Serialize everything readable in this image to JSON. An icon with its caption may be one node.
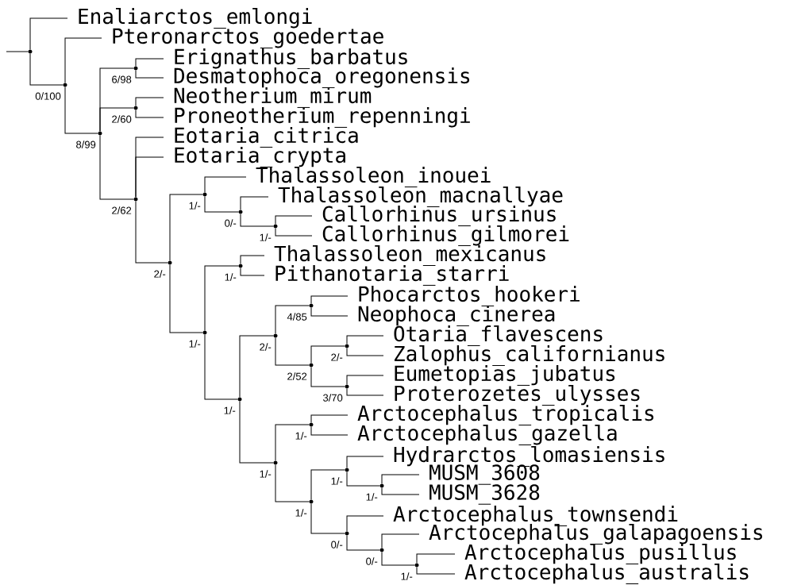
{
  "diagram": {
    "nodes": [
      {
        "text": [
          "Enaliarctos_emlongi"
        ]
      },
      {
        "text": [
          "Pteronarctos_goedertae"
        ]
      },
      {
        "text": [
          "Erignathus_barbatus"
        ]
      },
      {
        "text": [
          "Desmatophoca_oregonensis"
        ]
      },
      {
        "text": [
          "Neotherium_mirum"
        ]
      },
      {
        "text": [
          "Proneotherium_repenningi"
        ]
      },
      {
        "text": [
          "Eotaria_citrica"
        ]
      },
      {
        "text": [
          "Eotaria_crypta"
        ]
      },
      {
        "text": [
          "Thalassoleon_inouei"
        ]
      },
      {
        "text": [
          "Thalassoleon_macnallyae"
        ]
      },
      {
        "text": [
          "Callorhinus_ursinus"
        ]
      },
      {
        "text": [
          "Callorhinus_gilmorei"
        ]
      },
      {
        "text": [
          "Thalassoleon_mexicanus"
        ]
      },
      {
        "text": [
          "Pithanotaria_starri"
        ]
      },
      {
        "text": [
          "Phocarctos_hookeri"
        ]
      },
      {
        "text": [
          "Neophoca_cinerea"
        ]
      },
      {
        "text": [
          "Otaria_flavescens"
        ]
      },
      {
        "text": [
          "Zalophus_californianus"
        ]
      },
      {
        "text": [
          "Eumetopias_jubatus"
        ]
      },
      {
        "text": [
          "Proterozetes_ulysses"
        ]
      },
      {
        "text": [
          "Arctocephalus_tropicalis"
        ]
      },
      {
        "text": [
          "Arctocephalus_gazella"
        ]
      },
      {
        "text": [
          "Hydrarctos_lomasiensis"
        ]
      },
      {
        "text": [
          "MUSM_3608"
        ]
      },
      {
        "text": [
          "MUSM_3628"
        ]
      },
      {
        "text": [
          "Arctocephalus_townsendi"
        ]
      },
      {
        "text": [
          "Arctocephalus_galapagoensis"
        ]
      },
      {
        "text": [
          "Arctocephalus_pusillus"
        ]
      },
      {
        "text": [
          "Arctocephalus_australis"
        ]
      },
      {
        "text": [],
        "shape": "circle"
      },
      {
        "text": [],
        "shape": "circle",
        "beside": [
          "0/100"
        ]
      },
      {
        "text": [],
        "shape": "circle",
        "beside": [
          "8/99"
        ]
      },
      {
        "text": [],
        "shape": "circle",
        "beside": [
          "6/98"
        ]
      },
      {
        "text": [],
        "shape": "circle",
        "beside": [
          "2/60"
        ]
      },
      {
        "text": [],
        "shape": "circle",
        "beside": [
          "2/62"
        ]
      },
      {
        "text": [],
        "shape": "circle",
        "beside": [
          "2/-"
        ]
      },
      {
        "text": [],
        "shape": "circle",
        "beside": [
          "1/-"
        ]
      },
      {
        "text": [],
        "shape": "circle",
        "beside": [
          "0/-"
        ]
      },
      {
        "text": [],
        "shape": "circle",
        "beside": [
          "1/-"
        ]
      },
      {
        "text": [],
        "shape": "circle",
        "beside": [
          "1/-"
        ]
      },
      {
        "text": [],
        "shape": "circle",
        "beside": [
          "1/-"
        ]
      },
      {
        "text": [],
        "shape": "circle",
        "beside": [
          "1/-"
        ]
      },
      {
        "text": [],
        "shape": "circle",
        "beside": [
          "2/-"
        ]
      },
      {
        "text": [],
        "shape": "circle",
        "beside": [
          "4/85"
        ]
      },
      {
        "text": [],
        "shape": "circle",
        "beside": [
          "2/52"
        ]
      },
      {
        "text": [],
        "shape": "circle",
        "beside": [
          "2/-"
        ]
      },
      {
        "text": [],
        "shape": "circle",
        "beside": [
          "3/70"
        ]
      },
      {
        "text": [],
        "shape": "circle",
        "beside": [
          "1/-"
        ]
      },
      {
        "text": [],
        "shape": "circle",
        "beside": [
          "1/-"
        ]
      },
      {
        "text": [],
        "shape": "circle",
        "beside": [
          "1/-"
        ]
      },
      {
        "text": [],
        "shape": "circle",
        "beside": [
          "1/-"
        ]
      },
      {
        "text": [],
        "shape": "circle",
        "beside": [
          "1/-"
        ]
      },
      {
        "text": [],
        "shape": "circle",
        "beside": [
          "0/-"
        ]
      },
      {
        "text": [],
        "shape": "circle",
        "beside": [
          "0/-"
        ]
      },
      {
        "text": [],
        "shape": "circle",
        "beside": [
          "1/-"
        ]
      }
    ],
    "edges": [
      {
        "from": null,
        "to": 29,
        "arrow": "none"
      },
      {
        "from": 29,
        "to": 0,
        "arrow": "none"
      },
      {
        "from": 29,
        "to": 30,
        "arrow": "none"
      },
      {
        "from": 30,
        "to": 1,
        "arrow": "none"
      },
      {
        "from": 30,
        "to": 31,
        "arrow": "none"
      },
      {
        "from": 31,
        "to": 32,
        "arrow": "none"
      },
      {
        "from": 31,
        "to": 33,
        "arrow": "none"
      },
      {
        "from": 31,
        "to": 34,
        "arrow": "none"
      },
      {
        "from": 32,
        "to": 2,
        "arrow": "none"
      },
      {
        "from": 32,
        "to": 3,
        "arrow": "none"
      },
      {
        "from": 33,
        "to": 4,
        "arrow": "none"
      },
      {
        "from": 33,
        "to": 5,
        "arrow": "none"
      },
      {
        "from": 34,
        "to": 6,
        "arrow": "none"
      },
      {
        "from": 34,
        "to": 7,
        "arrow": "none"
      },
      {
        "from": 34,
        "to": 35,
        "arrow": "none"
      },
      {
        "from": 35,
        "to": 36,
        "arrow": "none"
      },
      {
        "from": 35,
        "to": 39,
        "arrow": "none"
      },
      {
        "from": 36,
        "to": 8,
        "arrow": "none"
      },
      {
        "from": 36,
        "to": 37,
        "arrow": "none"
      },
      {
        "from": 37,
        "to": 9,
        "arrow": "none"
      },
      {
        "from": 37,
        "to": 38,
        "arrow": "none"
      },
      {
        "from": 38,
        "to": 10,
        "arrow": "none"
      },
      {
        "from": 38,
        "to": 11,
        "arrow": "none"
      },
      {
        "from": 39,
        "to": 40,
        "arrow": "none"
      },
      {
        "from": 39,
        "to": 41,
        "arrow": "none"
      },
      {
        "from": 40,
        "to": 12,
        "arrow": "none"
      },
      {
        "from": 40,
        "to": 13,
        "arrow": "none"
      },
      {
        "from": 41,
        "to": 42,
        "arrow": "none"
      },
      {
        "from": 41,
        "to": 47,
        "arrow": "none"
      },
      {
        "from": 42,
        "to": 43,
        "arrow": "none"
      },
      {
        "from": 42,
        "to": 44,
        "arrow": "none"
      },
      {
        "from": 43,
        "to": 14,
        "arrow": "none"
      },
      {
        "from": 43,
        "to": 15,
        "arrow": "none"
      },
      {
        "from": 44,
        "to": 45,
        "arrow": "none"
      },
      {
        "from": 44,
        "to": 46,
        "arrow": "none"
      },
      {
        "from": 45,
        "to": 16,
        "arrow": "none"
      },
      {
        "from": 45,
        "to": 17,
        "arrow": "none"
      },
      {
        "from": 46,
        "to": 18,
        "arrow": "none"
      },
      {
        "from": 46,
        "to": 19,
        "arrow": "none"
      },
      {
        "from": 47,
        "to": 48,
        "arrow": "none"
      },
      {
        "from": 47,
        "to": 49,
        "arrow": "none"
      },
      {
        "from": 48,
        "to": 20,
        "arrow": "none"
      },
      {
        "from": 48,
        "to": 21,
        "arrow": "none"
      },
      {
        "from": 49,
        "to": 50,
        "arrow": "none"
      },
      {
        "from": 49,
        "to": 52,
        "arrow": "none"
      },
      {
        "from": 50,
        "to": 22,
        "arrow": "none"
      },
      {
        "from": 50,
        "to": 51,
        "arrow": "none"
      },
      {
        "from": 51,
        "to": 23,
        "arrow": "none"
      },
      {
        "from": 51,
        "to": 24,
        "arrow": "none"
      },
      {
        "from": 52,
        "to": 25,
        "arrow": "none"
      },
      {
        "from": 52,
        "to": 53,
        "arrow": "none"
      },
      {
        "from": 53,
        "to": 26,
        "arrow": "none"
      },
      {
        "from": 53,
        "to": 54,
        "arrow": "none"
      },
      {
        "from": 54,
        "to": 27,
        "arrow": "none"
      },
      {
        "from": 54,
        "to": 28,
        "arrow": "none"
      }
    ]
  }
}
